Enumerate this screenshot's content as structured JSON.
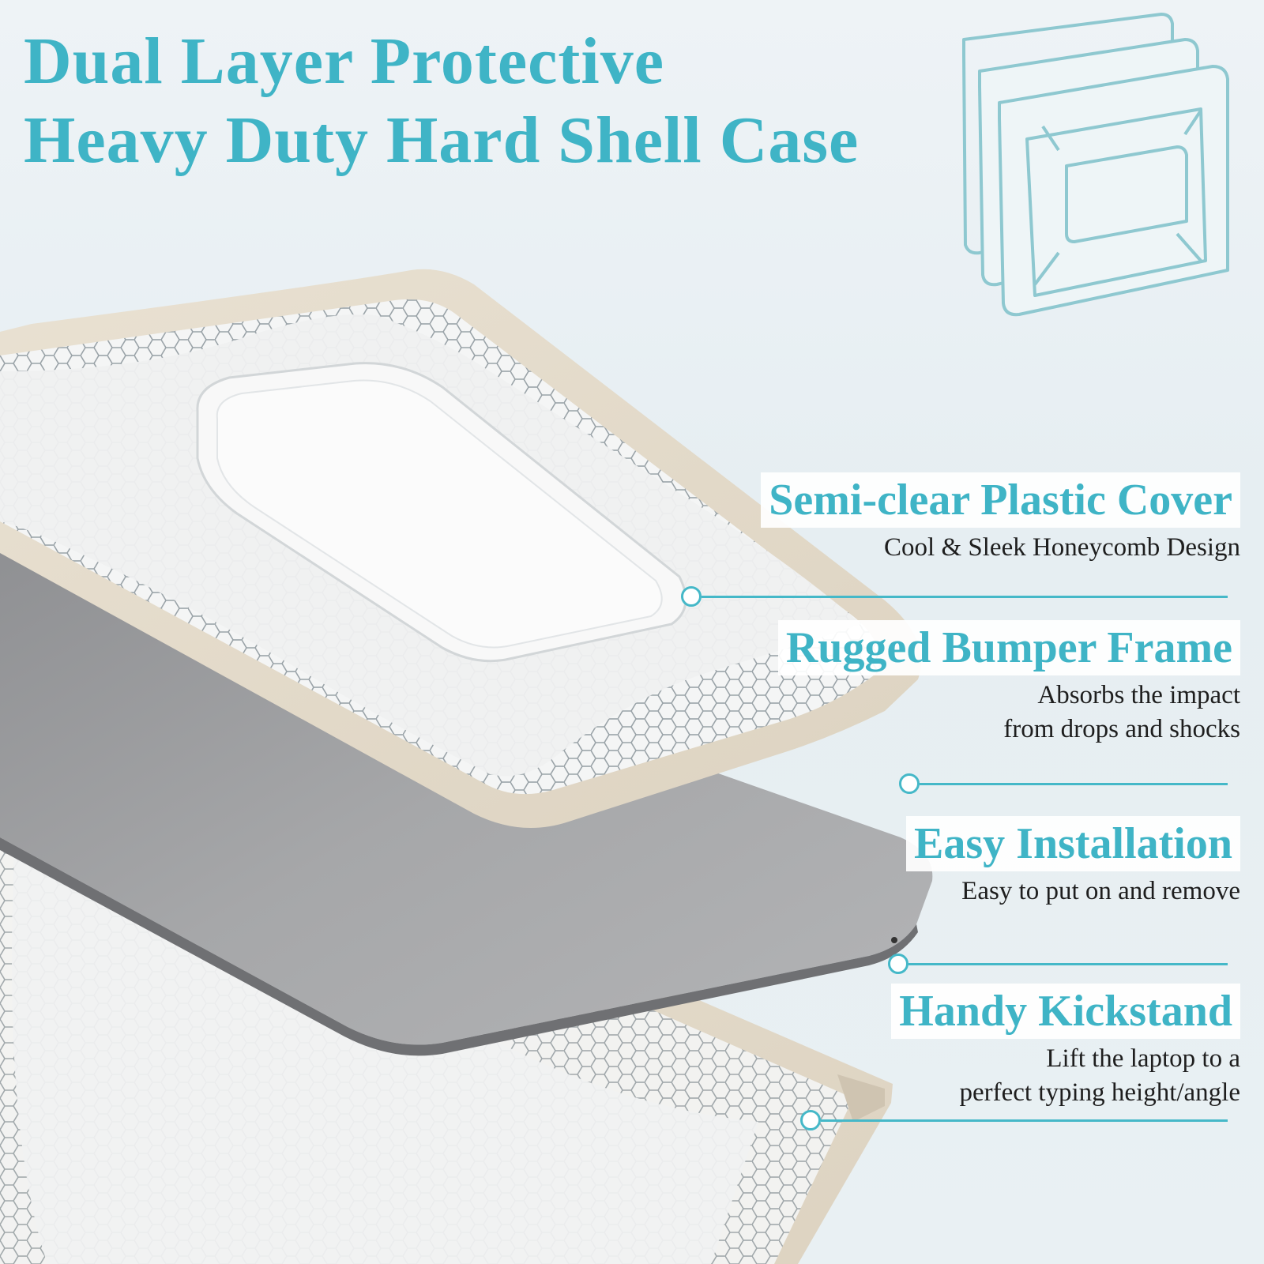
{
  "headline": {
    "line1": "Dual Layer Protective",
    "line2": "Heavy Duty Hard Shell Case"
  },
  "features": [
    {
      "title": "Semi-clear Plastic Cover",
      "lines": [
        "Cool & Sleek Honeycomb Design"
      ]
    },
    {
      "title": "Rugged Bumper Frame",
      "lines": [
        "Absorbs the impact",
        "from drops and shocks"
      ]
    },
    {
      "title": "Easy Installation",
      "lines": [
        "Easy to put on and remove"
      ]
    },
    {
      "title": "Handy Kickstand",
      "lines": [
        "Lift the laptop to a",
        "perfect typing height/angle"
      ]
    }
  ],
  "colors": {
    "accent": "#3fb4c6",
    "shell_frame": "#e6dccb",
    "laptop": "#9c9d9f",
    "background": "#e8eff2"
  },
  "icons": [
    "case-layers-outline-icon",
    "honeycomb-pattern",
    "callout-dot-icon"
  ]
}
